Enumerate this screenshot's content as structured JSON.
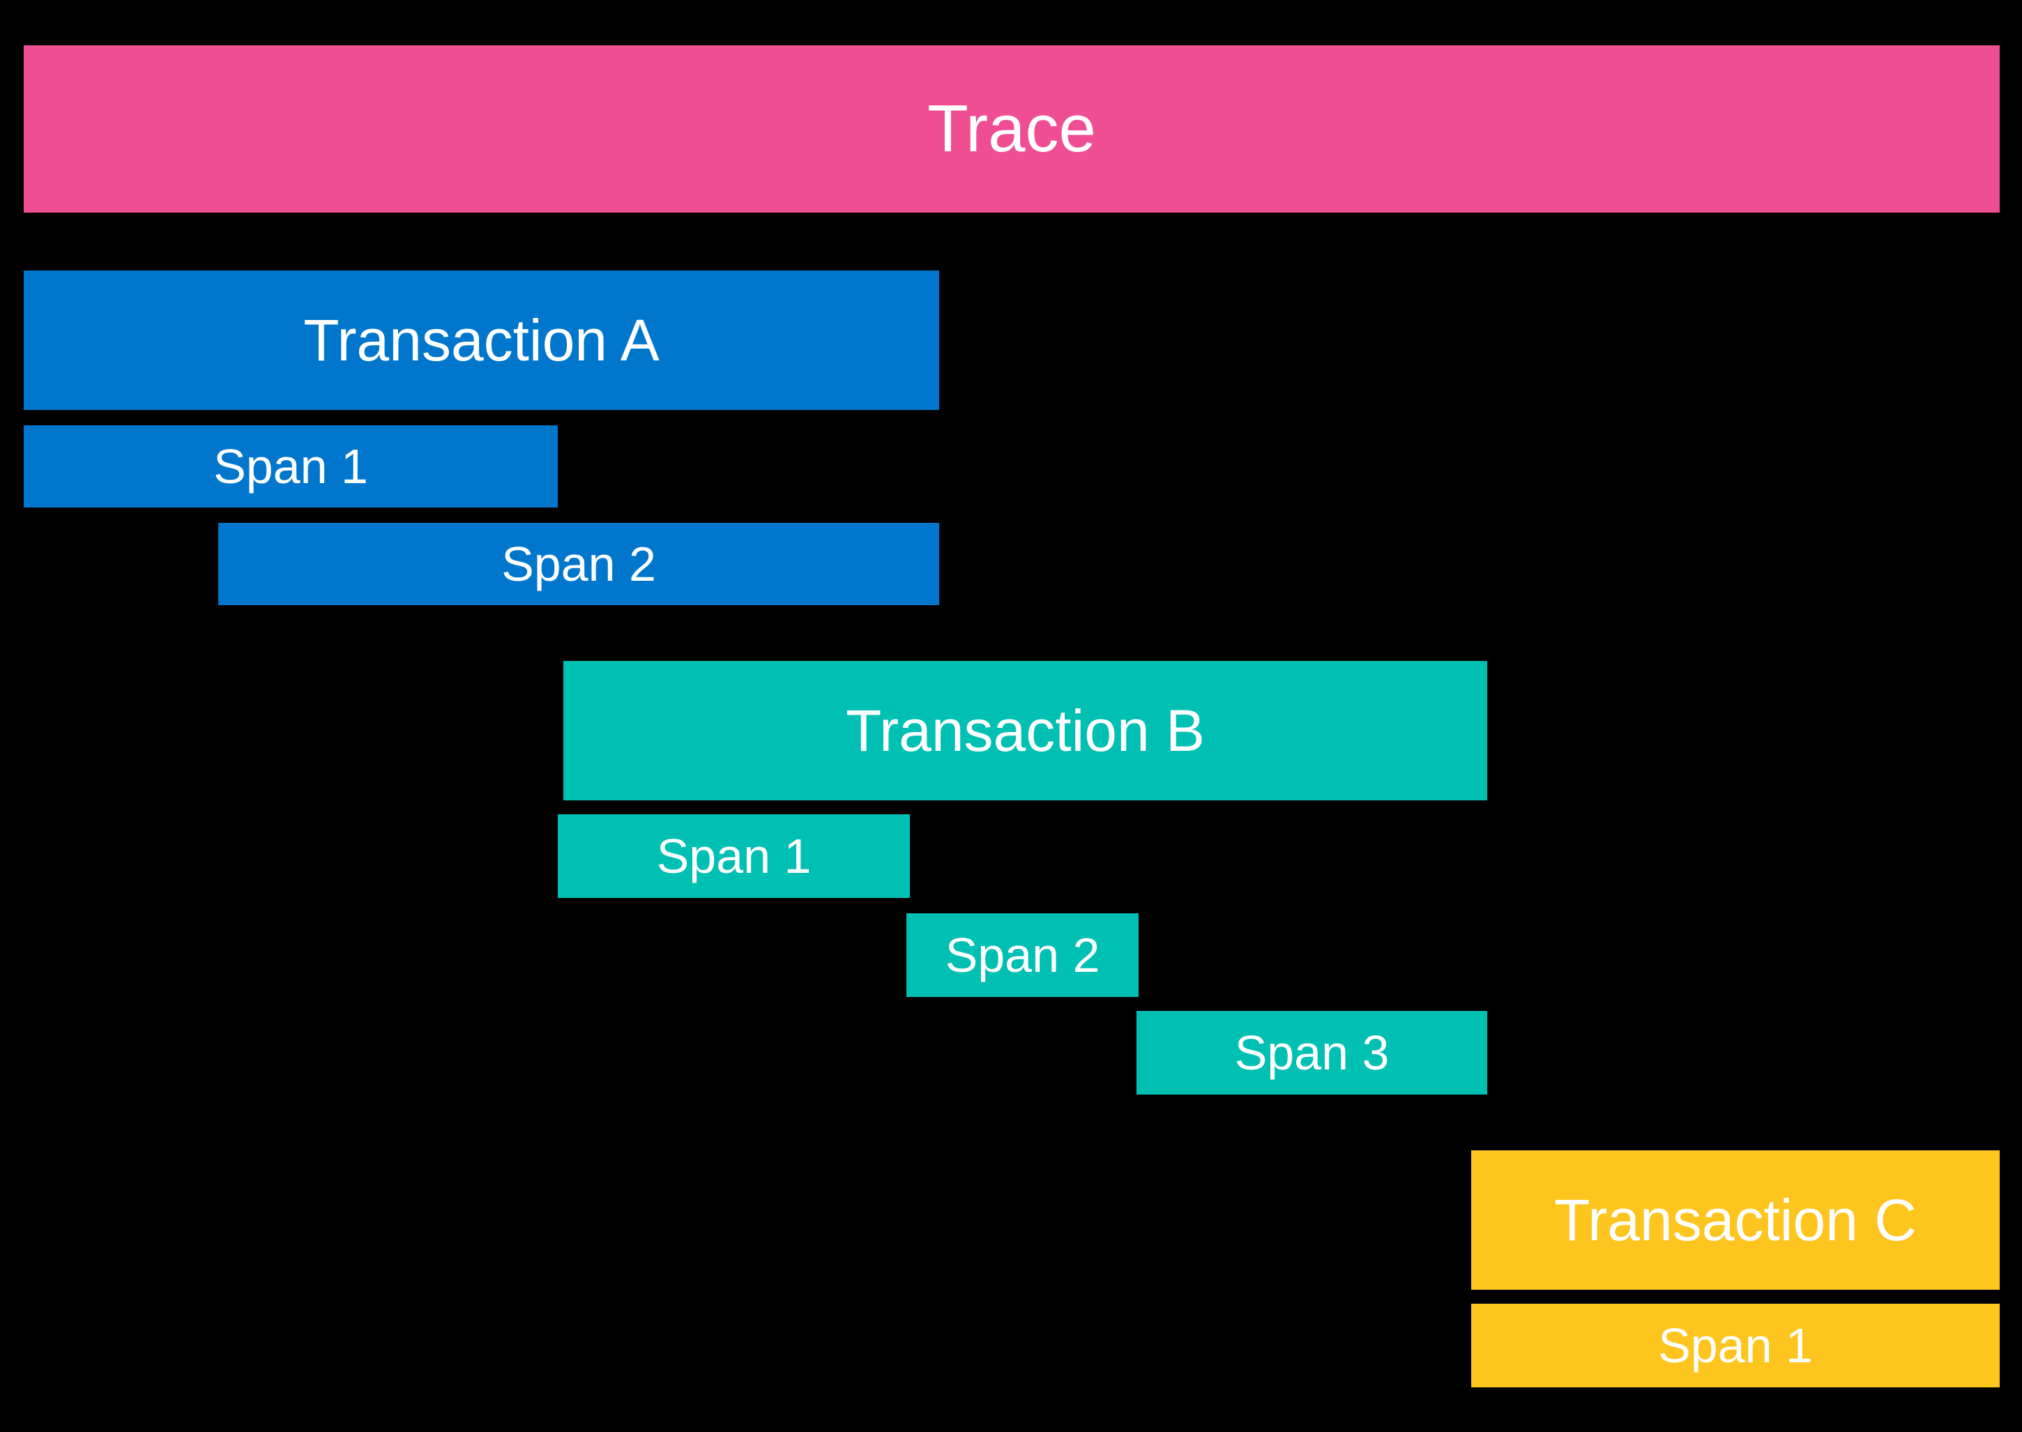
{
  "diagram": {
    "title": "Trace",
    "background_color": "#000000",
    "text_color": "#ffffff",
    "colors": {
      "trace": "#ef4e93",
      "transaction_a": "#0077cc",
      "transaction_b": "#00bfb3",
      "transaction_c": "#fdc51e"
    },
    "trace": {
      "label": "Trace",
      "color": "#ef4e93"
    },
    "transactions": [
      {
        "label": "Transaction A",
        "color": "#0077cc",
        "spans": [
          {
            "label": "Span 1"
          },
          {
            "label": "Span 2"
          }
        ]
      },
      {
        "label": "Transaction B",
        "color": "#00bfb3",
        "spans": [
          {
            "label": "Span 1"
          },
          {
            "label": "Span 2"
          },
          {
            "label": "Span 3"
          }
        ]
      },
      {
        "label": "Transaction C",
        "color": "#fdc51e",
        "spans": [
          {
            "label": "Span 1"
          }
        ]
      }
    ]
  }
}
